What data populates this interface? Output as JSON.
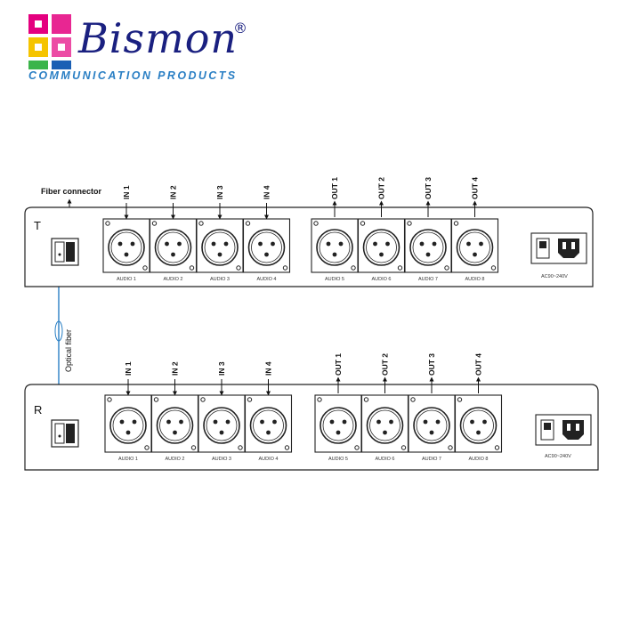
{
  "brand": {
    "name": "Bismon",
    "registered_mark": "®",
    "tagline": "COMMUNICATION PRODUCTS"
  },
  "diagram": {
    "fiber_connector_label": "Fiber connector",
    "optical_fiber_label": "Optical fiber",
    "units": [
      {
        "label": "T",
        "inputs": [
          "IN 1",
          "IN 2",
          "IN 3",
          "IN 4"
        ],
        "input_ports": [
          "AUDIO 1",
          "AUDIO 2",
          "AUDIO 3",
          "AUDIO 4"
        ],
        "outputs": [
          "OUT 1",
          "OUT 2",
          "OUT 3",
          "OUT 4"
        ],
        "output_ports": [
          "AUDIO 5",
          "AUDIO 6",
          "AUDIO 7",
          "AUDIO 8"
        ],
        "power_label": "AC90~240V"
      },
      {
        "label": "R",
        "inputs": [
          "IN 1",
          "IN 2",
          "IN 3",
          "IN 4"
        ],
        "input_ports": [
          "AUDIO 1",
          "AUDIO 2",
          "AUDIO 3",
          "AUDIO 4"
        ],
        "outputs": [
          "OUT 1",
          "OUT 2",
          "OUT 3",
          "OUT 4"
        ],
        "output_ports": [
          "AUDIO 5",
          "AUDIO 6",
          "AUDIO 7",
          "AUDIO 8"
        ],
        "power_label": "AC90~240V"
      }
    ]
  },
  "colors": {
    "brand_blue": "#1a2080",
    "tagline_blue": "#2a7fc4",
    "fiber_line": "#2a7fc4",
    "logo_pink": "#e4007f",
    "logo_green": "#3bb44a",
    "logo_yellow": "#f5c400",
    "logo_blue": "#1a5fb4"
  }
}
